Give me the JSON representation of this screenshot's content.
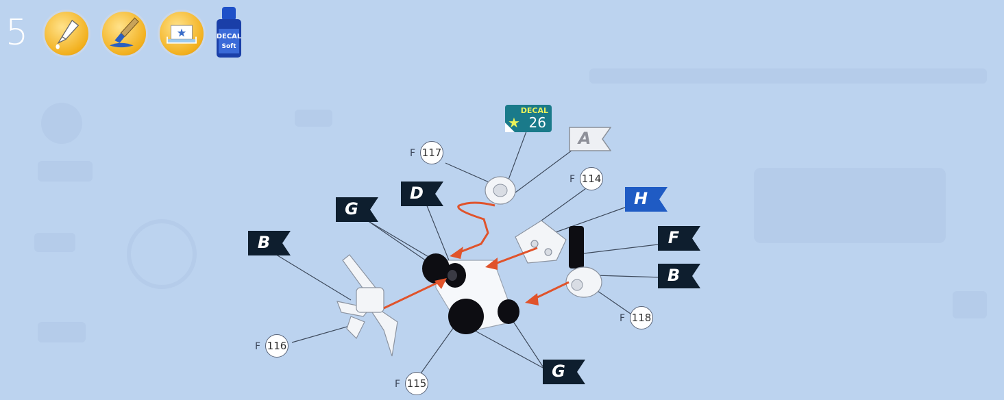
{
  "step": {
    "number": "5"
  },
  "tools": [
    {
      "name": "glue-icon"
    },
    {
      "name": "paint-brush-icon"
    },
    {
      "name": "decal-water-tray-icon"
    },
    {
      "name": "decal-softener-bottle-icon",
      "label_top": "DECAL",
      "label_bottom": "Soft"
    }
  ],
  "decal": {
    "label": "DECAL",
    "number": "26"
  },
  "color_flags": {
    "a": "A",
    "d": "D",
    "g_top": "G",
    "h": "H",
    "f": "F",
    "b_right": "B",
    "b_left": "B",
    "g_bottom": "G"
  },
  "parts": {
    "p117": {
      "prefix": "F",
      "number": "117"
    },
    "p114": {
      "prefix": "F",
      "number": "114"
    },
    "p118": {
      "prefix": "F",
      "number": "118"
    },
    "p116": {
      "prefix": "F",
      "number": "116"
    },
    "p115": {
      "prefix": "F",
      "number": "115"
    }
  },
  "colors": {
    "background": "#bcd3ef",
    "flag_dark": "#0e1e2e",
    "flag_blue": "#1f5bc4",
    "flag_light": "#eef0f4",
    "arrow": "#e0532b",
    "tool_yellow": "#f2b01e",
    "decal_badge": "#1a7a8a"
  }
}
